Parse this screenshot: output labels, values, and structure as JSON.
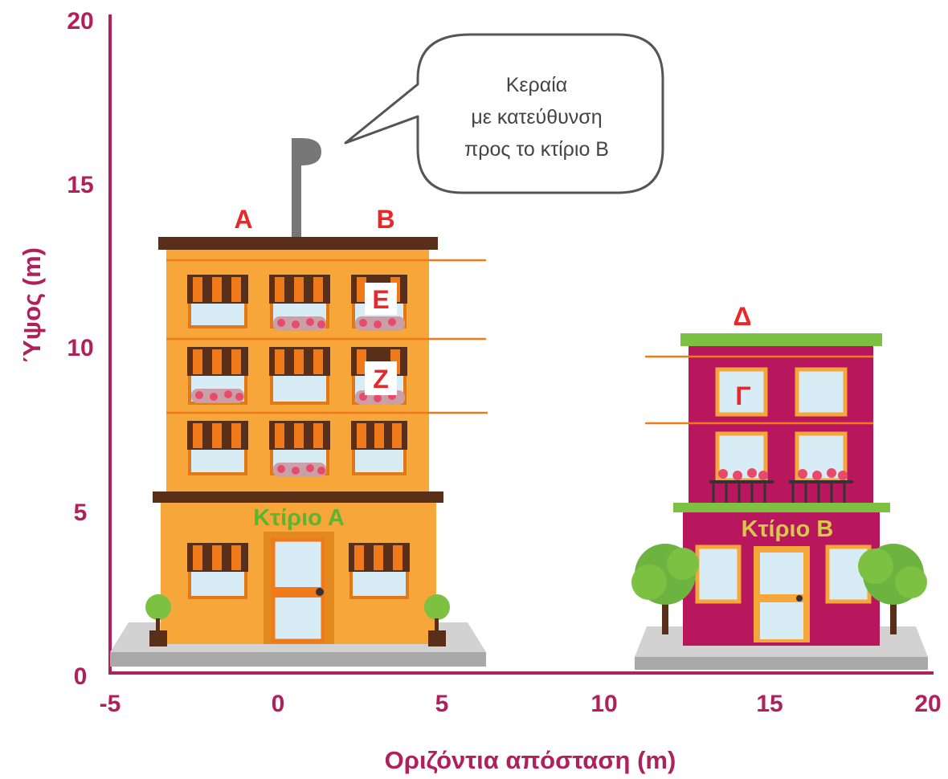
{
  "colors": {
    "axis": "#b0205a",
    "building_a": "#f7a63a",
    "building_a_dark": "#e28a1e",
    "roof_a": "#5a2f1a",
    "building_b": "#b8175e",
    "building_b_light": "#c9286d",
    "roof_b": "#7cc142",
    "label_red": "#e8282a",
    "name_a": "#5cb531",
    "name_b": "#d6c84a",
    "guide_line": "#f07a1a",
    "sidewalk": "#c8c8c8",
    "window": "#d8ecf6",
    "tree": "#6cb33f",
    "antenna": "#777777"
  },
  "axes": {
    "x_title": "Οριζόντια απόσταση (m)",
    "y_title": "Ύψος (m)",
    "x_ticks": [
      "-5",
      "0",
      "5",
      "10",
      "15",
      "20"
    ],
    "y_ticks": [
      "0",
      "5",
      "10",
      "15",
      "20"
    ]
  },
  "bubble": {
    "lines": [
      "Κεραία",
      "με κατεύθυνση",
      "προς το κτίριο Β"
    ]
  },
  "labels": {
    "A": "Α",
    "B": "Β",
    "E": "Ε",
    "Z": "Ζ",
    "Gamma": "Γ",
    "Delta": "Δ"
  },
  "buildings": {
    "a_name": "Κτίριο Α",
    "b_name": "Κτίριο Β"
  }
}
